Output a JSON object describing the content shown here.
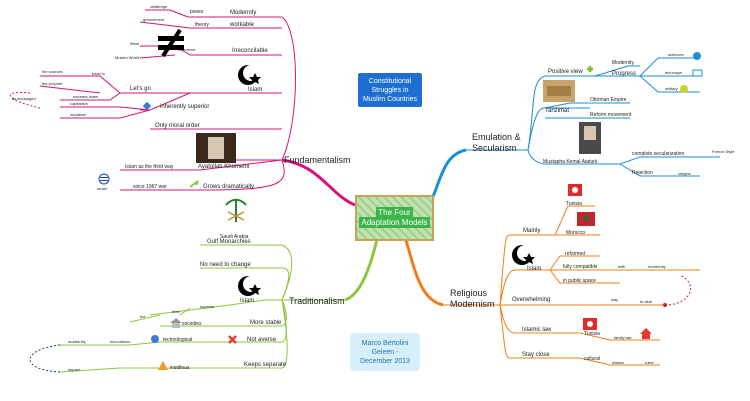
{
  "central": {
    "line1": "The Four",
    "line2": "Adaptation Models"
  },
  "note": {
    "line1": "Constitutional",
    "line2": "Struggles in",
    "line3": "Muslim Countries"
  },
  "author": {
    "line1": "Marco Bertolini",
    "line2": "Geleen -",
    "line3": "December 2013"
  },
  "fundamentalism": {
    "label": "Fundamentalism",
    "modernity": "Modernity",
    "poses": "poses",
    "challenge": "challenge",
    "workable": "workable",
    "theory": "theory",
    "government": "government",
    "irreconcilable": "Irreconcilable",
    "west": "West",
    "muslim_world": "Muslim World",
    "difference": "difference",
    "islam": "Islam",
    "lets_go": "Let's go",
    "back_to": "back to",
    "the_sources": "the sources",
    "the_prophet": "the prophet",
    "recreate_islam": "recreate Islam",
    "as_envisaged": "as envisaged",
    "inherently_superior": "inherently superior",
    "capitalism": "capitalism",
    "socialism": "socialism",
    "only_moral_order": "Only moral order",
    "ayatollah": "Ayatollah Khomeini",
    "islam_third_way": "Islam as the third way",
    "grows_dramatically": "Grows dramatically",
    "since_1967_war": "since 1967 war",
    "israel": "Israel"
  },
  "emulation": {
    "label_line1": "Emulation &",
    "label_line2": "Secularism",
    "positive_view": "Positive view",
    "modernity": "Modernity",
    "progress": "Progress",
    "sciences": "sciences",
    "technique": "technique",
    "military": "military",
    "tanzimat": "Tanzimat",
    "ottoman_empire": "Ottoman Empire",
    "reform_movement": "Reform movement",
    "ataturk": "Mustapha Kemal Ataturk",
    "complete_secularization": "complete secularization",
    "french_style": "French Style",
    "rejection": "Rejection",
    "religion": "religion"
  },
  "traditionalism": {
    "label": "Traditionalism",
    "saudi_arabia": "Saudi Arabia",
    "gulf_monarchies": "Gulf Monarchies",
    "no_need_to_change": "No need to change",
    "islam": "Islam",
    "superior": "superior",
    "tried": "tried",
    "the": "the",
    "more_stable": "More stable",
    "societies": "societies",
    "not_averse": "Not averse",
    "technological": "technological",
    "innovations": "innovations",
    "modernity": "modernity",
    "keeps_separate": "Keeps separate",
    "insidious": "insidious",
    "impact": "impact"
  },
  "religious_modernism": {
    "label_line1": "Religious",
    "label_line2": "Modernism",
    "mainly": "Mainly",
    "tunisia": "Tunisia",
    "morocco": "Morocco",
    "islam": "Islam",
    "reformed": "reformed",
    "fully_compatible": "fully compatible",
    "with": "with",
    "modernity": "modernity",
    "in_public_space": "in public space",
    "overwhelming": "Overwhelming",
    "way": "way",
    "to_deal": "to deal",
    "islamic_law": "Islamic law",
    "tunisia2": "Tunisia",
    "family_law": "family law",
    "stay_close": "Stay close",
    "cultural": "cultural",
    "islamic": "islamic",
    "rules": "rules"
  },
  "colors": {
    "fundamentalism": "#d4147a",
    "emulation": "#1a8fd6",
    "traditionalism": "#8cc63f",
    "religious": "#f07d1a"
  }
}
